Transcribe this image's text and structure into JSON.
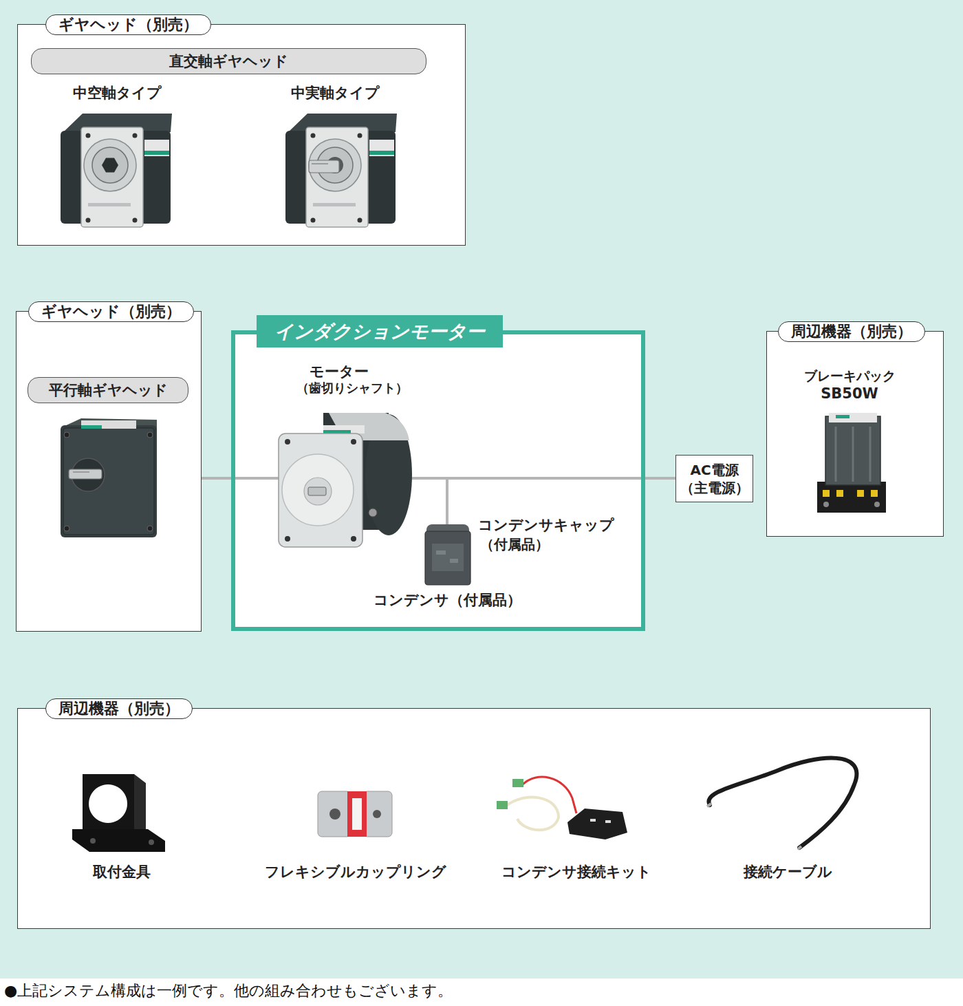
{
  "diagram": {
    "caption": "●上記システム構成は一例です。他の組み合わせもございます。",
    "nodes": [
      {
        "text": [
          "ギヤヘッド（別売）"
        ]
      },
      {
        "text": [
          "直交軸ギヤヘッド"
        ],
        "in": 0
      },
      {
        "text": [
          "ギヤヘッド（別売）"
        ]
      },
      {
        "text": [
          "平行軸ギヤヘッド"
        ],
        "in": 2
      },
      {
        "text": [
          "インダクションモーター"
        ]
      },
      {
        "text": [
          "AC電源 （主電源）"
        ]
      },
      {
        "text": [
          "周辺機器（別売）"
        ]
      },
      {
        "text": [
          "周辺機器（別売）"
        ]
      }
    ],
    "edges": [
      {
        "from": 2,
        "to": 4,
        "arrow": "none"
      },
      {
        "from": 4,
        "to": 5,
        "arrow": "none"
      }
    ],
    "labels": [
      "中空軸タイプ",
      "中実軸タイプ",
      "モーター",
      "（歯切りシャフト）",
      "コンデンサキャップ",
      "（付属品）",
      "コンデンサ（付属品）",
      "ブレーキパック",
      "SB50W",
      "取付金具",
      "フレキシブルカップリング",
      "コンデンサ接続キット",
      "接続ケーブル"
    ]
  }
}
